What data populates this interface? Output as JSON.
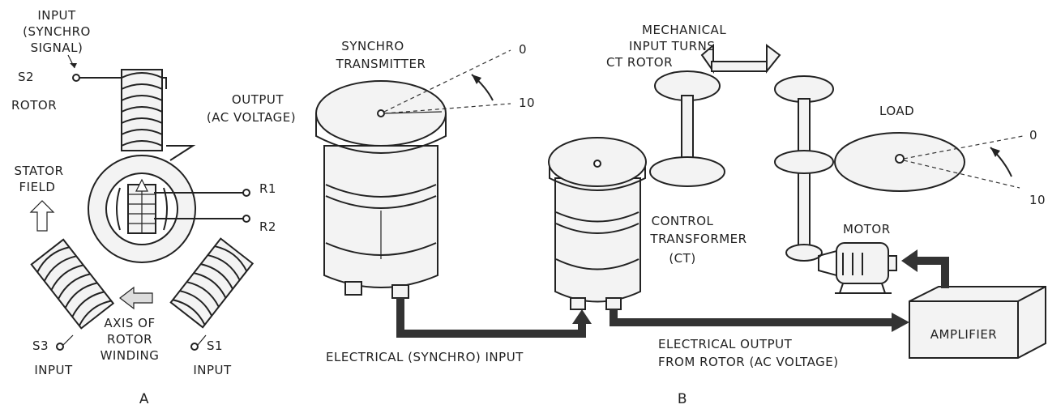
{
  "panel_a": {
    "input_synchro_signal": [
      "INPUT",
      "(SYNCHRO",
      "SIGNAL)"
    ],
    "s2": "S2",
    "rotor": "ROTOR",
    "output_ac_voltage": [
      "OUTPUT",
      "(AC VOLTAGE)"
    ],
    "stator_field": [
      "STATOR",
      "FIELD"
    ],
    "r1": "R1",
    "r2": "R2",
    "axis_of_rotor_winding": [
      "AXIS OF",
      "ROTOR",
      "WINDING"
    ],
    "s3": "S3",
    "s1": "S1",
    "input_left": "INPUT",
    "input_right": "INPUT",
    "panel_label": "A"
  },
  "panel_b": {
    "synchro_transmitter": [
      "SYNCHRO",
      "TRANSMITTER"
    ],
    "dial_zero": "0",
    "dial_ten": "10",
    "mechanical_input": [
      "MECHANICAL",
      "INPUT TURNS",
      "CT ROTOR"
    ],
    "load": "LOAD",
    "load_zero": "0",
    "load_ten": "10",
    "control_transformer": [
      "CONTROL",
      "TRANSFORMER",
      "(CT)"
    ],
    "motor": "MOTOR",
    "amplifier": "AMPLIFIER",
    "electrical_input": "ELECTRICAL (SYNCHRO) INPUT",
    "electrical_output": [
      "ELECTRICAL  OUTPUT",
      "FROM ROTOR (AC VOLTAGE)"
    ],
    "panel_label": "B"
  }
}
